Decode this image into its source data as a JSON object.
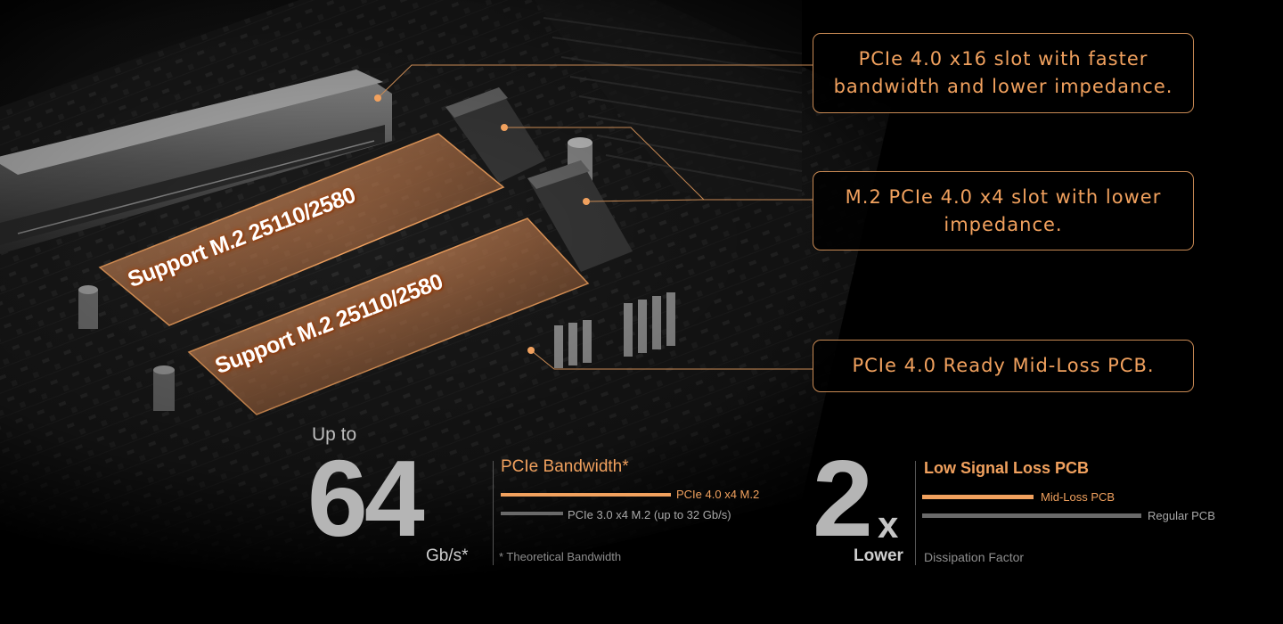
{
  "callouts": {
    "pcie_x16": "PCIe 4.0 x16 slot with faster bandwidth and lower impedance.",
    "m2_slot": "M.2 PCIe 4.0 x4 slot with lower impedance.",
    "pcb": "PCIe 4.0 Ready Mid-Loss PCB."
  },
  "board_labels": {
    "m2_support_1": "Support M.2 25110/2580",
    "m2_support_2": "Support M.2 25110/2580"
  },
  "bandwidth_stat": {
    "prefix": "Up to",
    "value": "64",
    "unit": "Gb/s*",
    "title": "PCIe Bandwidth*",
    "bar_pcie4_label": "PCIe 4.0 x4 M.2",
    "bar_pcie3_label": "PCIe 3.0 x4 M.2 (up to 32 Gb/s)",
    "bar_pcie4_value_gbps": 64,
    "bar_pcie3_value_gbps": 32,
    "footnote": "* Theoretical Bandwidth"
  },
  "signal_stat": {
    "value": "2",
    "suffix": "x",
    "caption": "Lower",
    "title": "Low Signal Loss PCB",
    "bar_midloss_label": "Mid-Loss PCB",
    "bar_regular_label": "Regular PCB",
    "footnote": "Dissipation Factor"
  },
  "colors": {
    "accent": "#f1a15e",
    "muted_bar": "#6a6a6a",
    "background": "#000000"
  }
}
